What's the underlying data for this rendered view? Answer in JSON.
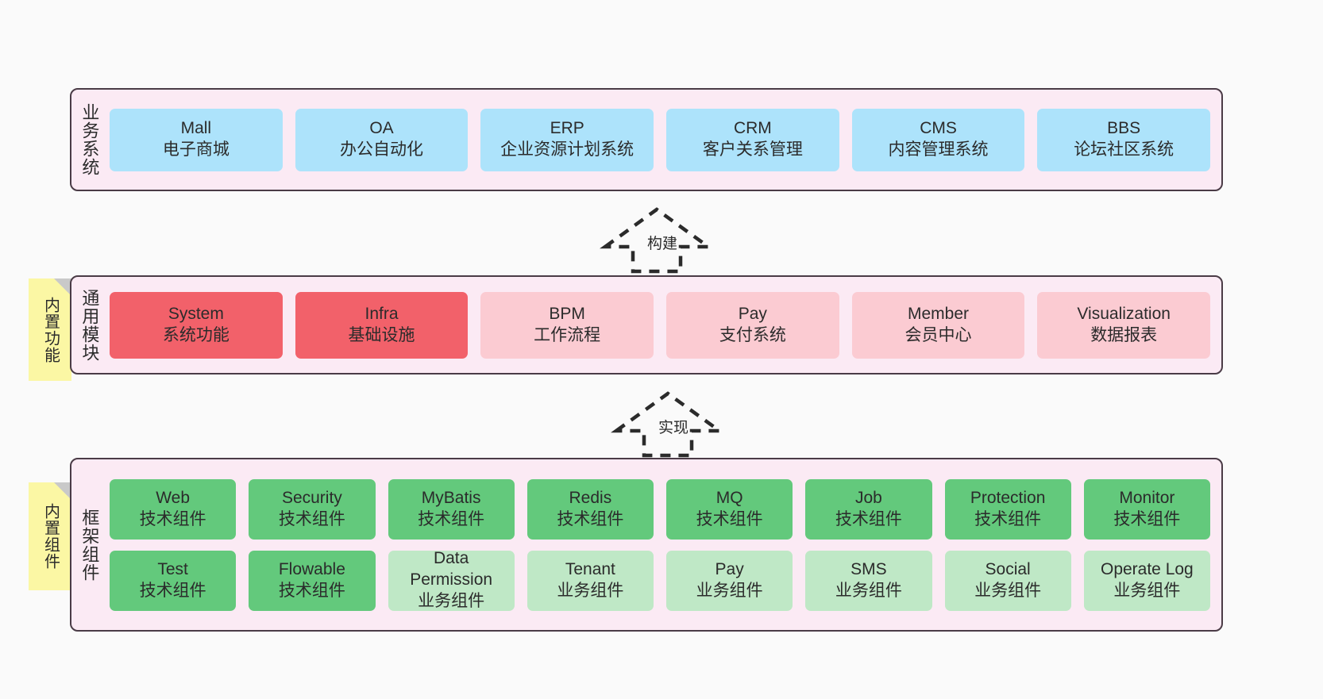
{
  "meta": {
    "background_color": "#fafafa",
    "layer_fill": "#fbeaf4",
    "layer_border": "#4a3b46",
    "note_fill": "#fbf7a4",
    "business_card_color": "#ade3fb",
    "module_core_color": "#f2616a",
    "module_soft_color": "#fbcbd2",
    "tech_component_color": "#63c97c",
    "business_component_color": "#bfe8c6"
  },
  "layers": [
    {
      "id": "business-systems",
      "title": "业务系统",
      "cards": [
        {
          "en": "Mall",
          "cn": "电子商城"
        },
        {
          "en": "OA",
          "cn": "办公自动化"
        },
        {
          "en": "ERP",
          "cn": "企业资源计划系统"
        },
        {
          "en": "CRM",
          "cn": "客户关系管理"
        },
        {
          "en": "CMS",
          "cn": "内容管理系统"
        },
        {
          "en": "BBS",
          "cn": "论坛社区系统"
        }
      ]
    },
    {
      "id": "common-modules",
      "title": "通用模块",
      "note": "内置功能",
      "cards": [
        {
          "en": "System",
          "cn": "系统功能",
          "style": "core"
        },
        {
          "en": "Infra",
          "cn": "基础设施",
          "style": "core"
        },
        {
          "en": "BPM",
          "cn": "工作流程",
          "style": "soft"
        },
        {
          "en": "Pay",
          "cn": "支付系统",
          "style": "soft"
        },
        {
          "en": "Member",
          "cn": "会员中心",
          "style": "soft"
        },
        {
          "en": "Visualization",
          "cn": "数据报表",
          "style": "soft"
        }
      ]
    },
    {
      "id": "framework-components",
      "title": "框架组件",
      "note": "内置组件",
      "rows": [
        [
          {
            "en": "Web",
            "cn": "技术组件",
            "style": "tech"
          },
          {
            "en": "Security",
            "cn": "技术组件",
            "style": "tech"
          },
          {
            "en": "MyBatis",
            "cn": "技术组件",
            "style": "tech"
          },
          {
            "en": "Redis",
            "cn": "技术组件",
            "style": "tech"
          },
          {
            "en": "MQ",
            "cn": "技术组件",
            "style": "tech"
          },
          {
            "en": "Job",
            "cn": "技术组件",
            "style": "tech"
          },
          {
            "en": "Protection",
            "cn": "技术组件",
            "style": "tech"
          },
          {
            "en": "Monitor",
            "cn": "技术组件",
            "style": "tech"
          }
        ],
        [
          {
            "en": "Test",
            "cn": "技术组件",
            "style": "tech"
          },
          {
            "en": "Flowable",
            "cn": "技术组件",
            "style": "tech"
          },
          {
            "en": "Data Permission",
            "cn": "业务组件",
            "style": "biz"
          },
          {
            "en": "Tenant",
            "cn": "业务组件",
            "style": "biz"
          },
          {
            "en": "Pay",
            "cn": "业务组件",
            "style": "biz"
          },
          {
            "en": "SMS",
            "cn": "业务组件",
            "style": "biz"
          },
          {
            "en": "Social",
            "cn": "业务组件",
            "style": "biz"
          },
          {
            "en": "Operate Log",
            "cn": "业务组件",
            "style": "biz"
          }
        ]
      ]
    }
  ],
  "arrows": [
    {
      "id": "build-arrow",
      "label": "构建"
    },
    {
      "id": "implement-arrow",
      "label": "实现"
    }
  ]
}
